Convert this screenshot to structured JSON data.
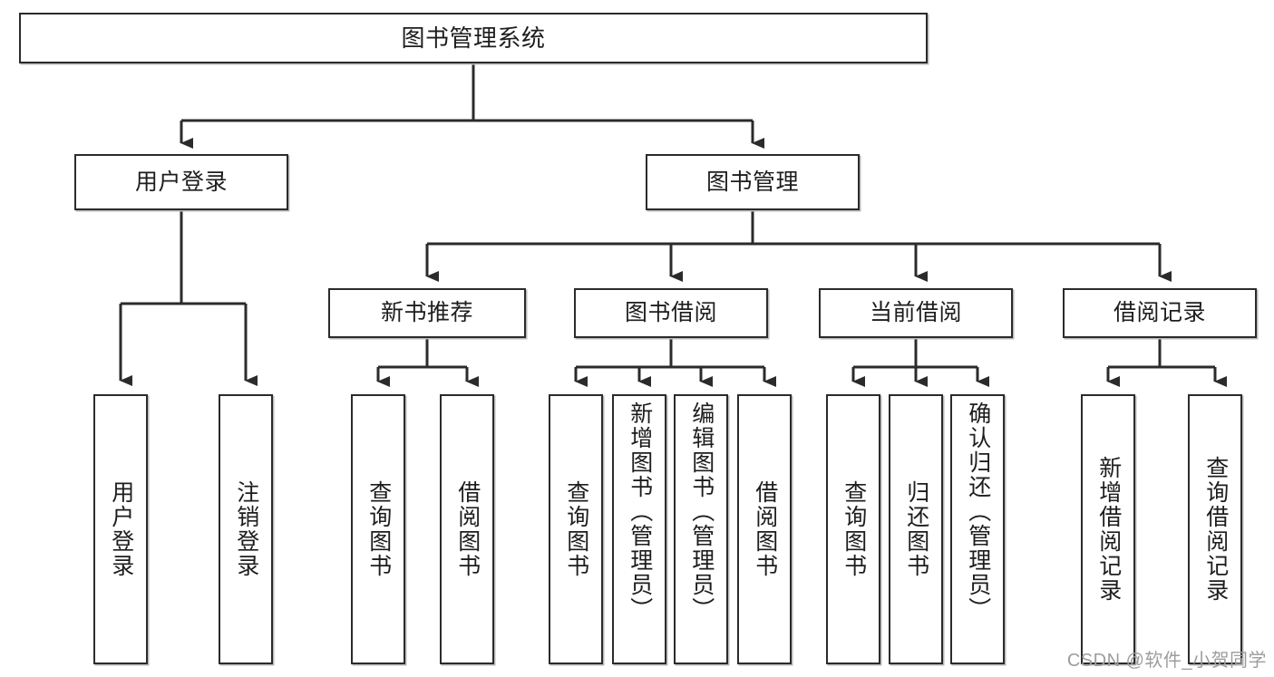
{
  "diagram": {
    "title": "图书管理系统",
    "type": "hierarchy-tree",
    "root": {
      "id": "root",
      "label": "图书管理系统"
    },
    "level2": [
      {
        "id": "user-login",
        "label": "用户登录"
      },
      {
        "id": "book-manage",
        "label": "图书管理"
      }
    ],
    "level3": [
      {
        "id": "new-book-rec",
        "label": "新书推荐"
      },
      {
        "id": "book-borrow",
        "label": "图书借阅"
      },
      {
        "id": "current-borrow",
        "label": "当前借阅"
      },
      {
        "id": "borrow-record",
        "label": "借阅记录"
      }
    ],
    "leaves": {
      "user_login": [
        {
          "id": "leaf-user-login",
          "label": "用户登录"
        },
        {
          "id": "leaf-logout",
          "label": "注销登录"
        }
      ],
      "new_book_rec": [
        {
          "id": "leaf-query-book-1",
          "label": "查询图书"
        },
        {
          "id": "leaf-borrow-book-1",
          "label": "借阅图书"
        }
      ],
      "book_borrow": [
        {
          "id": "leaf-query-book-2",
          "label": "查询图书"
        },
        {
          "id": "leaf-add-book",
          "label": "新增图书（管理员）"
        },
        {
          "id": "leaf-edit-book",
          "label": "编辑图书（管理员）"
        },
        {
          "id": "leaf-borrow-book-2",
          "label": "借阅图书"
        }
      ],
      "current_borrow": [
        {
          "id": "leaf-query-book-3",
          "label": "查询图书"
        },
        {
          "id": "leaf-return-book",
          "label": "归还图书"
        },
        {
          "id": "leaf-confirm-return",
          "label": "确认归还（管理员）"
        }
      ],
      "borrow_record": [
        {
          "id": "leaf-add-record",
          "label": "新增借阅记录"
        },
        {
          "id": "leaf-query-record",
          "label": "查询借阅记录"
        }
      ]
    }
  },
  "watermark": {
    "text": "CSDN @软件_小贺同学"
  },
  "colors": {
    "box_border": "#2b2b2b",
    "box_fill": "#ffffff",
    "connector": "#2b2b2b",
    "text": "#1d1d1d",
    "watermark": "#9d9d9d",
    "shadow": "#b9b9b9"
  }
}
